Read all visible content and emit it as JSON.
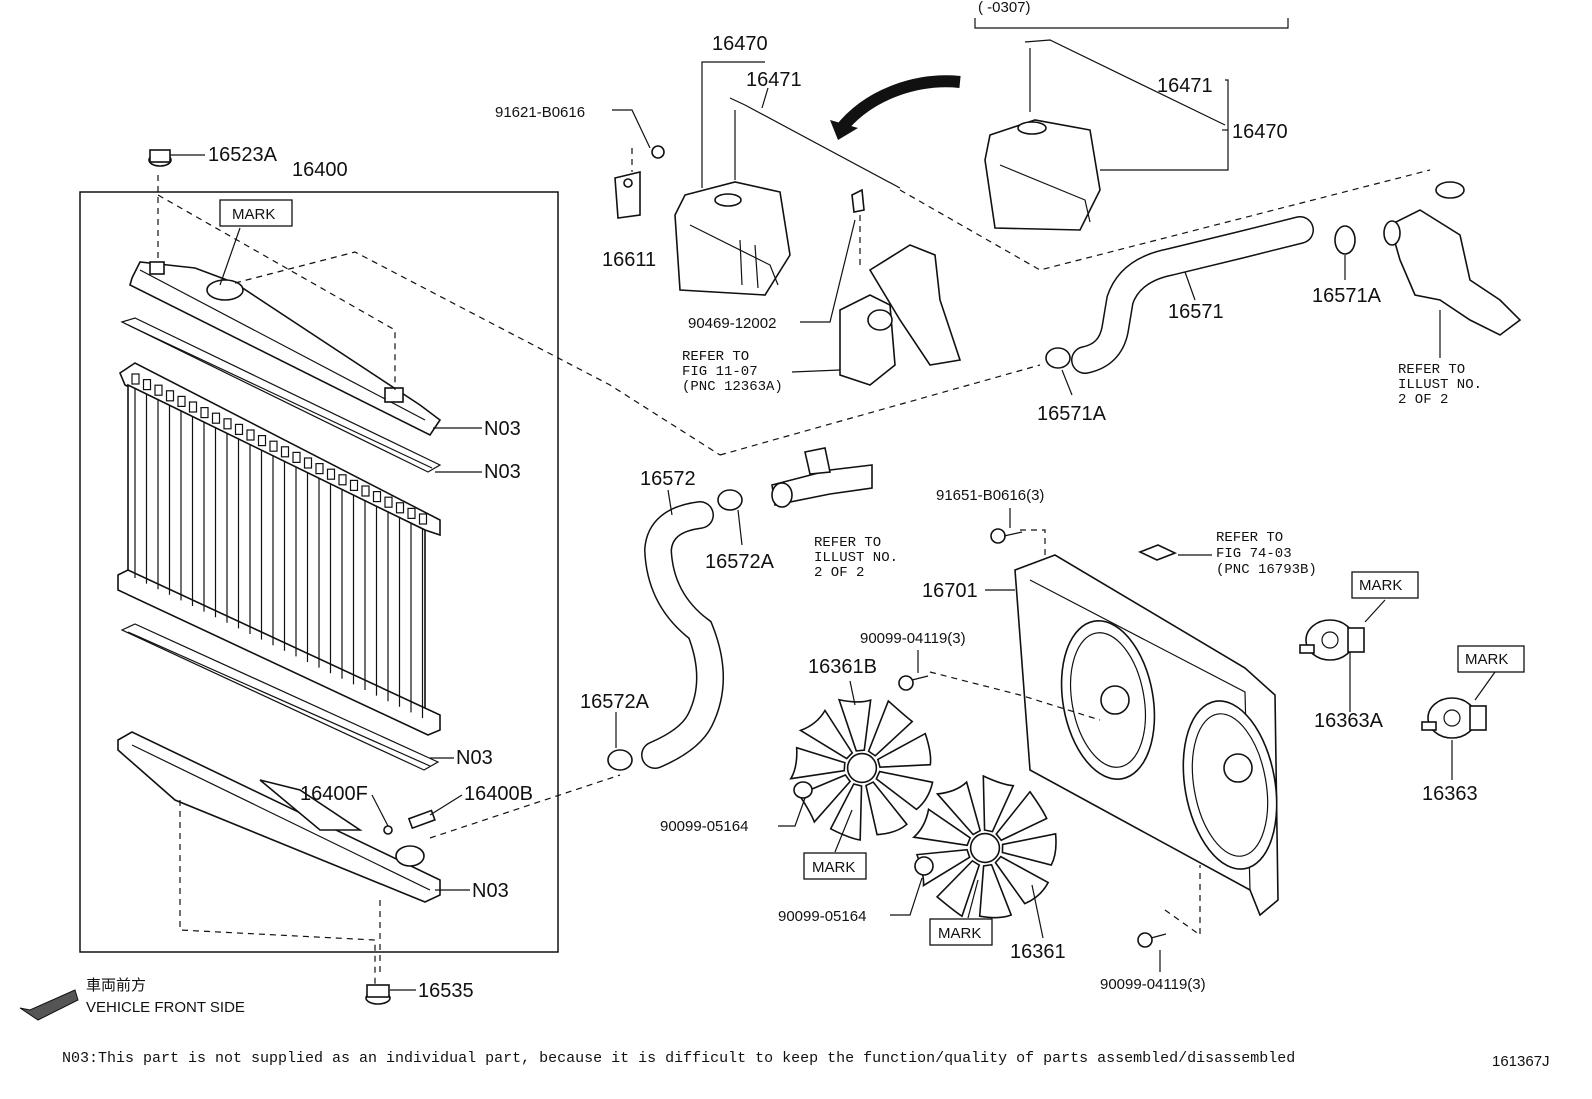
{
  "labels": {
    "p16523A": "16523A",
    "p16400": "16400",
    "p16400F": "16400F",
    "p16400B": "16400B",
    "p16535": "16535",
    "n03": "N03",
    "mark": "MARK",
    "p16470a": "16470",
    "p16471a": "16471",
    "p16470b": "16470",
    "p16471b": "16471",
    "range": "(     -0307)",
    "p91621": "91621-B0616",
    "p16611": "16611",
    "p90469": "90469-12002",
    "refer_fig1107": [
      "REFER TO",
      "FIG 11-07",
      "(PNC 12363A)"
    ],
    "p16571": "16571",
    "p16571A": "16571A",
    "refer_illust": [
      "REFER TO",
      "ILLUST NO.",
      "2 OF 2"
    ],
    "p16572": "16572",
    "p16572A": "16572A",
    "p91651": "91651-B0616(3)",
    "refer_fig7403": [
      "REFER TO",
      "FIG 74-03",
      "(PNC 16793B)"
    ],
    "p16701": "16701",
    "p90099_04119": "90099-04119(3)",
    "p16361B": "16361B",
    "p90099_05164": "90099-05164",
    "p16361": "16361",
    "p16363A": "16363A",
    "p16363": "16363",
    "front_jp": "車両前方",
    "front_en": "VEHICLE FRONT SIDE"
  },
  "footnote": "N03:This part is not supplied as an individual part, because it is difficult to keep the function/quality of parts assembled/disassembled",
  "figure_id": "161367J"
}
